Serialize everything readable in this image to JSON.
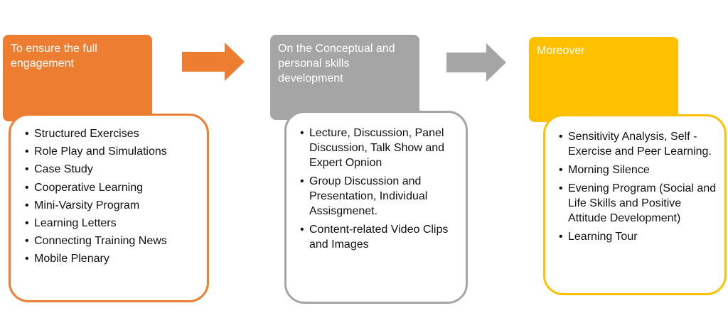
{
  "colors": {
    "orange": "#ed7d31",
    "gray": "#a5a5a5",
    "gold": "#ffc000"
  },
  "stages": [
    {
      "title": "To ensure the full engagement",
      "items": [
        "Structured Exercises",
        "Role Play and Simulations",
        "Case Study",
        "Cooperative Learning",
        "Mini-Varsity Program",
        "Learning Letters",
        "Connecting Training News",
        "Mobile Plenary"
      ]
    },
    {
      "title": "On the Conceptual and personal skills development",
      "items": [
        "Lecture, Discussion, Panel Discussion, Talk Show and Expert Opnion",
        "Group Discussion and Presentation, Individual Assisgmenet.",
        "Content-related Video Clips and Images"
      ]
    },
    {
      "title": "Moreover",
      "items": [
        "Sensitivity Analysis, Self -Exercise and Peer Learning.",
        "Morning Silence",
        "Evening Program (Social and Life Skills and Positive Attitude Development)",
        "Learning Tour"
      ]
    }
  ]
}
